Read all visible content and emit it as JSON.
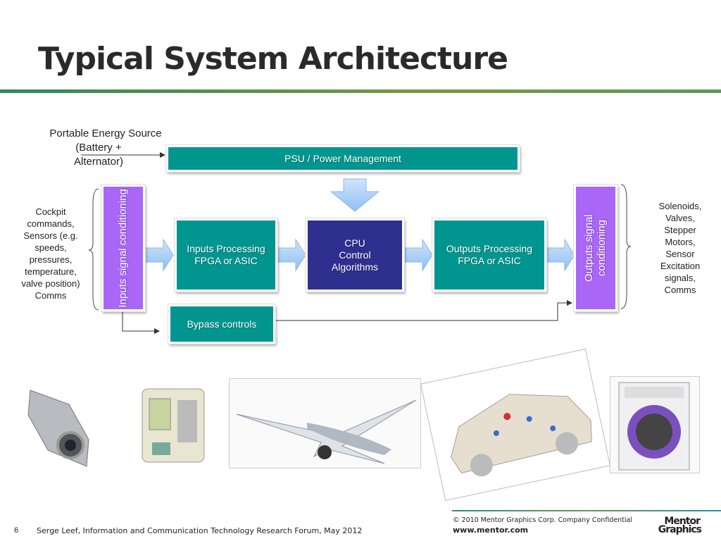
{
  "slide": {
    "title": "Typical System Architecture",
    "page_number": "6",
    "footer_left": "Serge Leef, Information and Communication Technology Research Forum, May 2012",
    "copyright": "© 2010 Mentor Graphics Corp. Company Confidential",
    "website": "www.mentor.com",
    "logo_text": "Mentor Graphics"
  },
  "diagram": {
    "energy_label": [
      "Portable Energy Source",
      "(Battery +",
      "Alternator)"
    ],
    "psu": "PSU / Power Management",
    "inputs_conditioning": "Inputs  signal conditioning",
    "inputs_processing": "Inputs Processing FPGA or ASIC",
    "cpu": [
      "CPU",
      "Control",
      "Algorithms"
    ],
    "outputs_processing": "Outputs Processing FPGA or ASIC",
    "outputs_conditioning": "Outputs  signal conditioning",
    "bypass": "Bypass controls",
    "inputs_label": "Cockpit commands, Sensors (e.g. speeds, pressures, temperature, valve position) Comms",
    "outputs_label": "Solenoids, Valves, Stepper Motors, Sensor Excitation signals, Comms",
    "colors": {
      "teal": "#00968f",
      "purple": "#a966f7",
      "navy": "#2e2f8f",
      "arrow": "#9cc8f5"
    }
  },
  "images": [
    "digital-camera",
    "infusion-pump",
    "airliner",
    "car-cutaway",
    "washing-machine"
  ]
}
